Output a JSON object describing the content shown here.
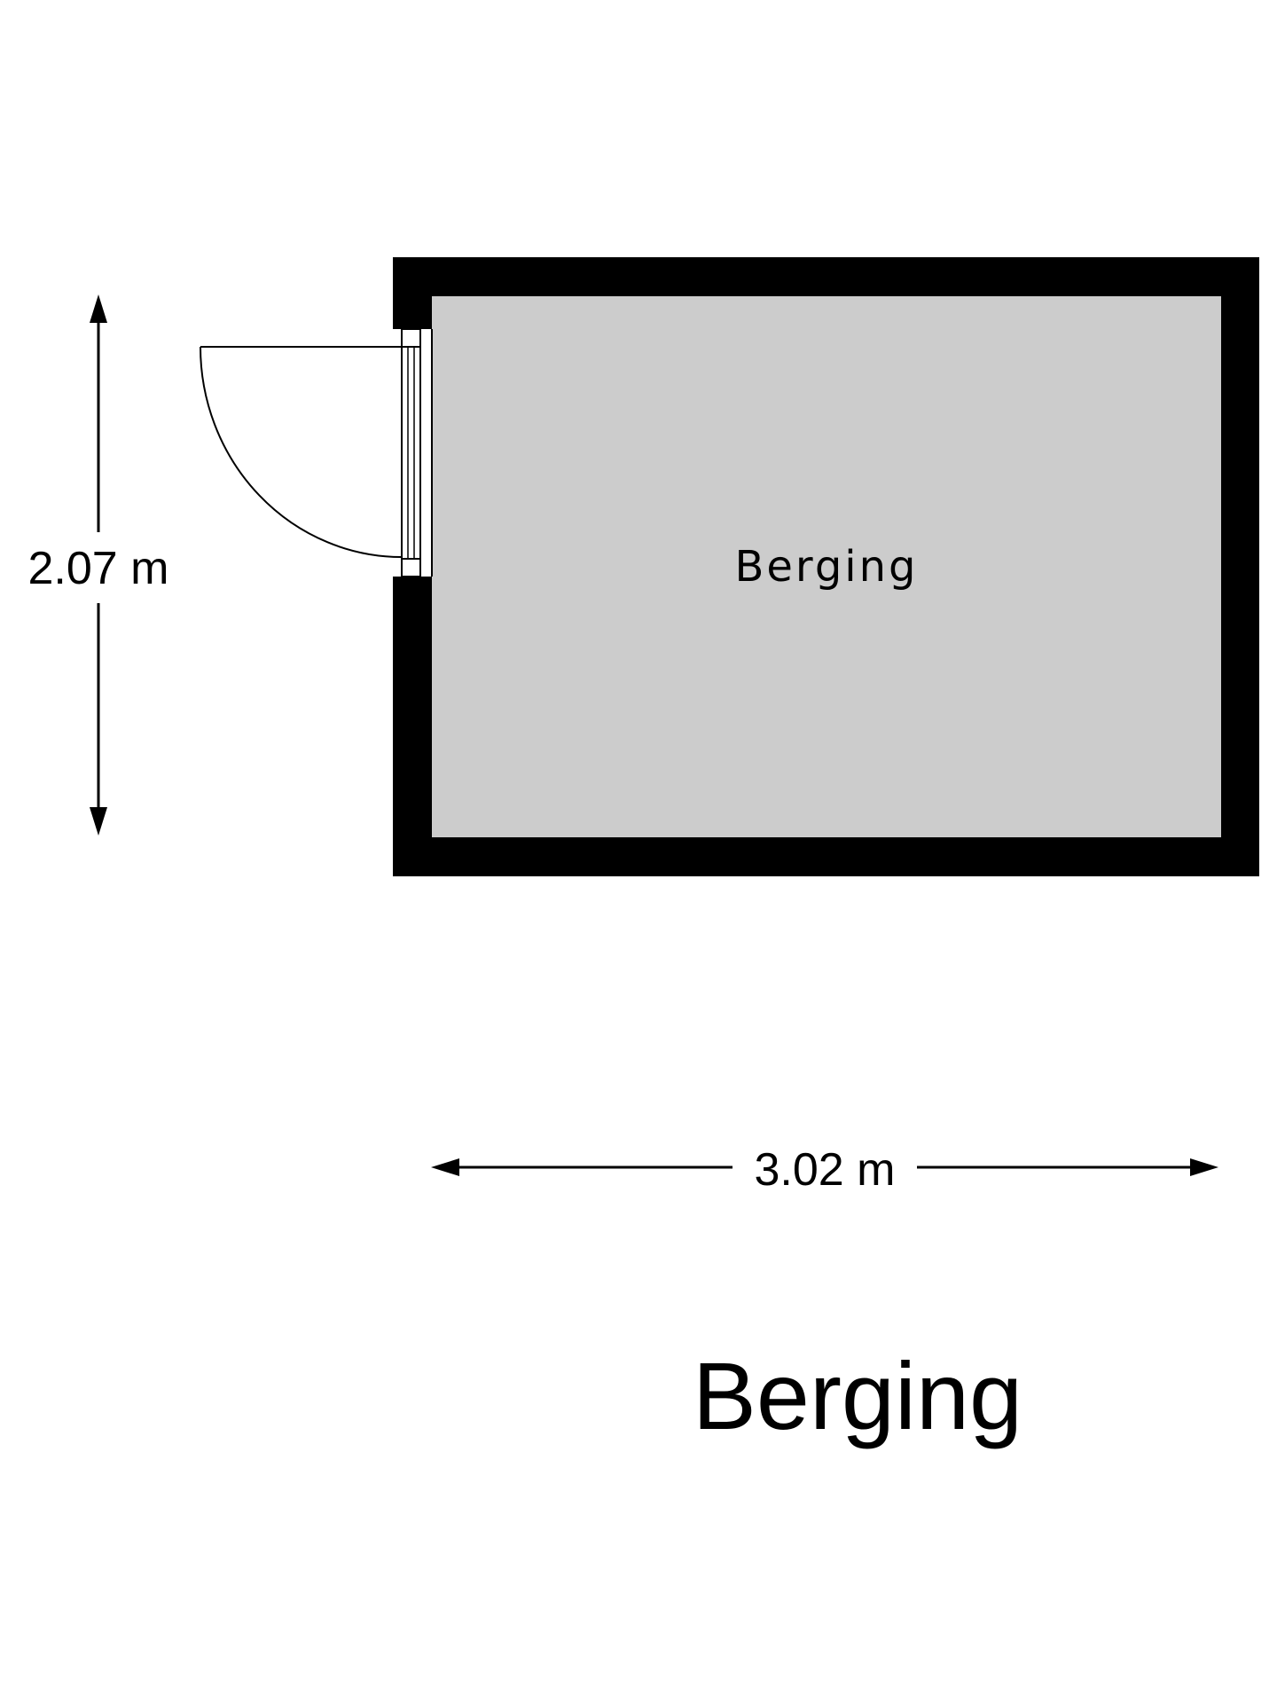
{
  "room": {
    "name": "Berging",
    "fill_color": "#cccccc",
    "wall_color": "#000000"
  },
  "dimensions": {
    "height_label": "2.07 m",
    "width_label": "3.02 m"
  },
  "plan_title": "Berging"
}
